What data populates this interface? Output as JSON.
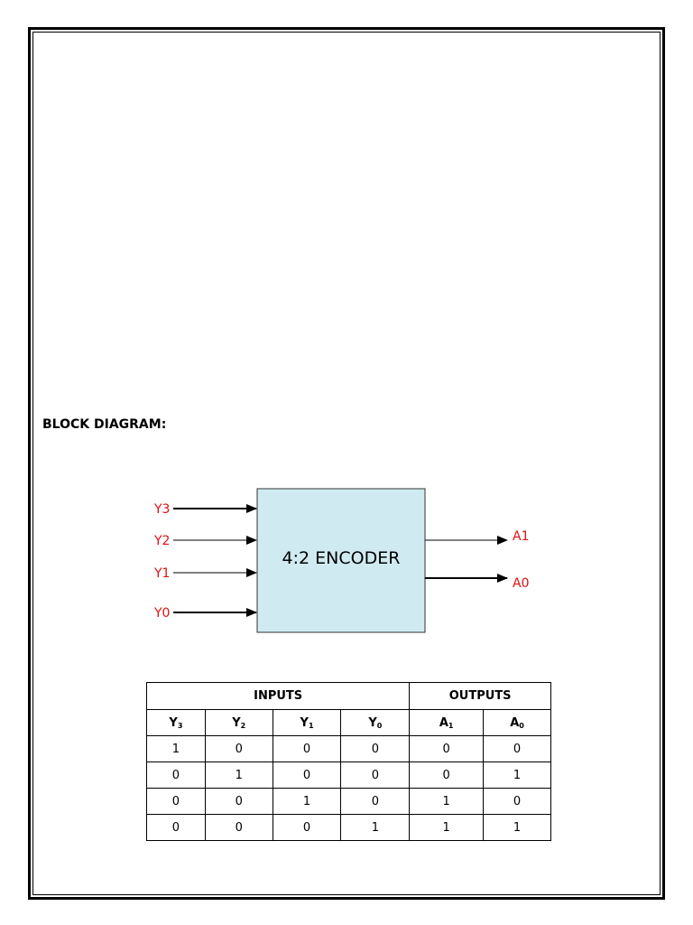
{
  "heading": "BLOCK DIAGRAM:",
  "block": {
    "title": "4:2 ENCODER",
    "inputs": [
      "Y3",
      "Y2",
      "Y1",
      "Y0"
    ],
    "outputs": [
      "A1",
      "A0"
    ]
  },
  "colors": {
    "signal_label": "#e01010",
    "block_fill": "#cfebf1"
  },
  "table": {
    "group_inputs": "INPUTS",
    "group_outputs": "OUTPUTS",
    "columns": [
      {
        "base": "Y",
        "sub": "3"
      },
      {
        "base": "Y",
        "sub": "2"
      },
      {
        "base": "Y",
        "sub": "1"
      },
      {
        "base": "Y",
        "sub": "0"
      },
      {
        "base": "A",
        "sub": "1"
      },
      {
        "base": "A",
        "sub": "0"
      }
    ],
    "rows": [
      [
        "1",
        "0",
        "0",
        "0",
        "0",
        "0"
      ],
      [
        "0",
        "1",
        "0",
        "0",
        "0",
        "1"
      ],
      [
        "0",
        "0",
        "1",
        "0",
        "1",
        "0"
      ],
      [
        "0",
        "0",
        "0",
        "1",
        "1",
        "1"
      ]
    ]
  }
}
